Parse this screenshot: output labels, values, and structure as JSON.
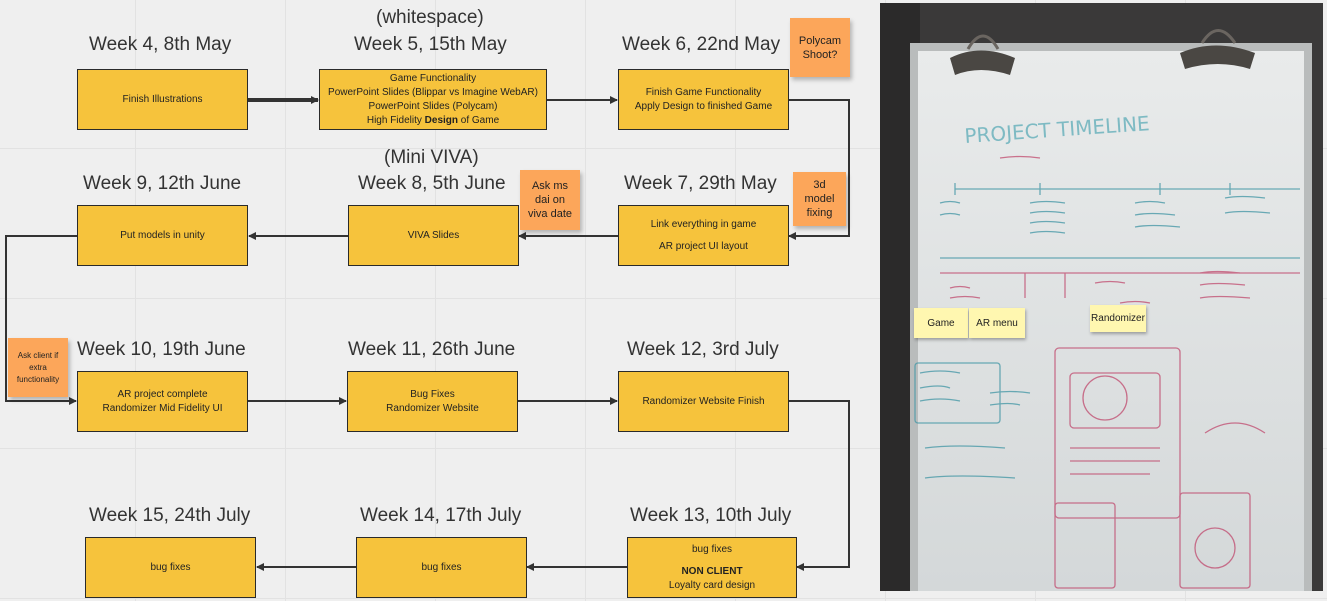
{
  "weeks": {
    "w4": {
      "title": "Week 4, 8th May",
      "lines": [
        "Finish Illustrations"
      ]
    },
    "w5": {
      "annotation": "(whitespace)",
      "title": "Week 5, 15th May",
      "lines": [
        "Game Functionality",
        "PowerPoint Slides (Blippar vs Imagine WebAR)",
        "PowerPoint Slides (Polycam)"
      ],
      "last_prefix": "High Fidelity ",
      "last_bold": "Design",
      "last_suffix": " of Game"
    },
    "w6": {
      "title": "Week 6, 22nd May",
      "lines": [
        "Finish Game Functionality",
        "Apply Design to finished Game"
      ]
    },
    "w7": {
      "title": "Week 7, 29th May",
      "line1": "Link everything in game",
      "line2": "AR project UI layout"
    },
    "w8": {
      "annotation": "(Mini VIVA)",
      "title": "Week 8, 5th June",
      "lines": [
        "VIVA Slides"
      ]
    },
    "w9": {
      "title": "Week 9, 12th June",
      "lines": [
        "Put models in unity"
      ]
    },
    "w10": {
      "title": "Week 10, 19th June",
      "lines": [
        "AR project complete",
        "Randomizer Mid Fidelity UI"
      ]
    },
    "w11": {
      "title": "Week 11, 26th June",
      "lines": [
        "Bug Fixes",
        "Randomizer Website"
      ]
    },
    "w12": {
      "title": "Week 12, 3rd July",
      "lines": [
        "Randomizer Website Finish"
      ]
    },
    "w13": {
      "title": "Week 13, 10th July",
      "line1": "bug fixes",
      "bold": "NON CLIENT",
      "line3": "Loyalty card design"
    },
    "w14": {
      "title": "Week 14, 17th July",
      "lines": [
        "bug fixes"
      ]
    },
    "w15": {
      "title": "Week 15, 24th July",
      "lines": [
        "bug fixes"
      ]
    }
  },
  "stickies": {
    "polycam": [
      "Polycam",
      "Shoot?"
    ],
    "model_fixing": [
      "3d",
      "model",
      "fixing"
    ],
    "ask_ms_dai": [
      "Ask ms",
      "dai on",
      "viva date"
    ],
    "ask_client": [
      "Ask client if",
      "extra",
      "functionality"
    ]
  },
  "photo": {
    "heading": "PROJECT TIMELINE",
    "notes": {
      "game": "Game",
      "ar_menu": "AR menu",
      "randomizer": "Randomizer"
    }
  },
  "colors": {
    "card": "#f6c33c",
    "sticky": "#fca65a",
    "board": "#efefef",
    "connector": "#333333"
  }
}
